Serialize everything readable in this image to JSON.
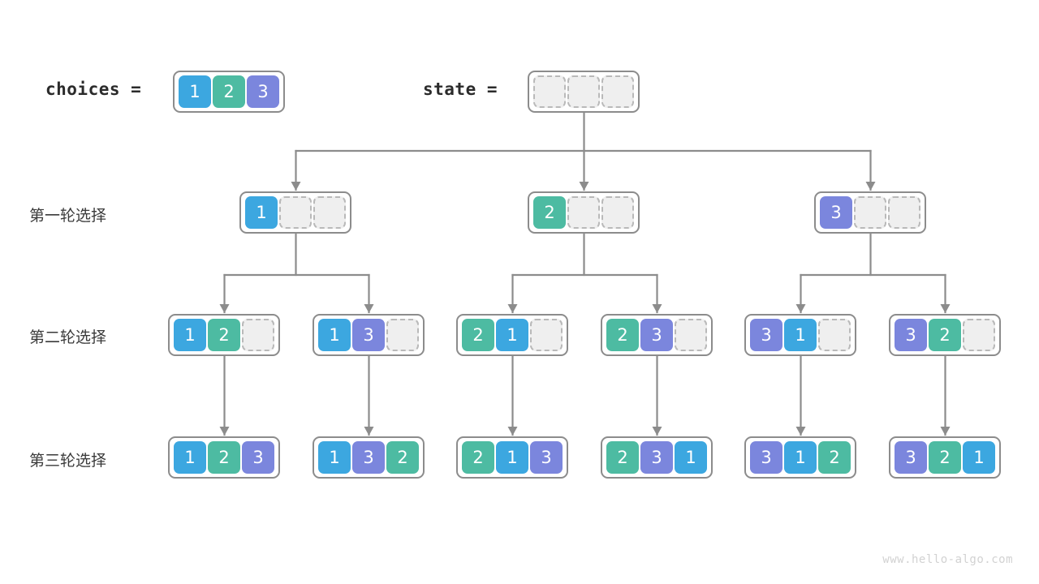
{
  "title": "Permutation backtracking tree",
  "colors": {
    "blue": "#3ca7e0",
    "teal": "#4dbba2",
    "purple": "#7b86dd",
    "empty_fill": "#efefef",
    "empty_border": "#b9b9b9",
    "container_border": "#8c8c8c",
    "wire": "#8c8c8c",
    "text": "#2b2b2b",
    "watermark": "#d2d2d2"
  },
  "header": {
    "choices_label": "choices =",
    "choices_values": [
      "1",
      "2",
      "3"
    ],
    "state_label": "state =",
    "state_values": [
      "",
      "",
      ""
    ]
  },
  "row_labels": [
    "第一轮选择",
    "第二轮选择",
    "第三轮选择"
  ],
  "levels": [
    {
      "name": "round-1",
      "nodes": [
        {
          "values": [
            "1",
            "",
            ""
          ]
        },
        {
          "values": [
            "2",
            "",
            ""
          ]
        },
        {
          "values": [
            "3",
            "",
            ""
          ]
        }
      ]
    },
    {
      "name": "round-2",
      "nodes": [
        {
          "values": [
            "1",
            "2",
            ""
          ]
        },
        {
          "values": [
            "1",
            "3",
            ""
          ]
        },
        {
          "values": [
            "2",
            "1",
            ""
          ]
        },
        {
          "values": [
            "2",
            "3",
            ""
          ]
        },
        {
          "values": [
            "3",
            "1",
            ""
          ]
        },
        {
          "values": [
            "3",
            "2",
            ""
          ]
        }
      ]
    },
    {
      "name": "round-3",
      "nodes": [
        {
          "values": [
            "1",
            "2",
            "3"
          ]
        },
        {
          "values": [
            "1",
            "3",
            "2"
          ]
        },
        {
          "values": [
            "2",
            "1",
            "3"
          ]
        },
        {
          "values": [
            "2",
            "3",
            "1"
          ]
        },
        {
          "values": [
            "3",
            "1",
            "2"
          ]
        },
        {
          "values": [
            "3",
            "2",
            "1"
          ]
        }
      ]
    }
  ],
  "watermark": "www.hello-algo.com"
}
